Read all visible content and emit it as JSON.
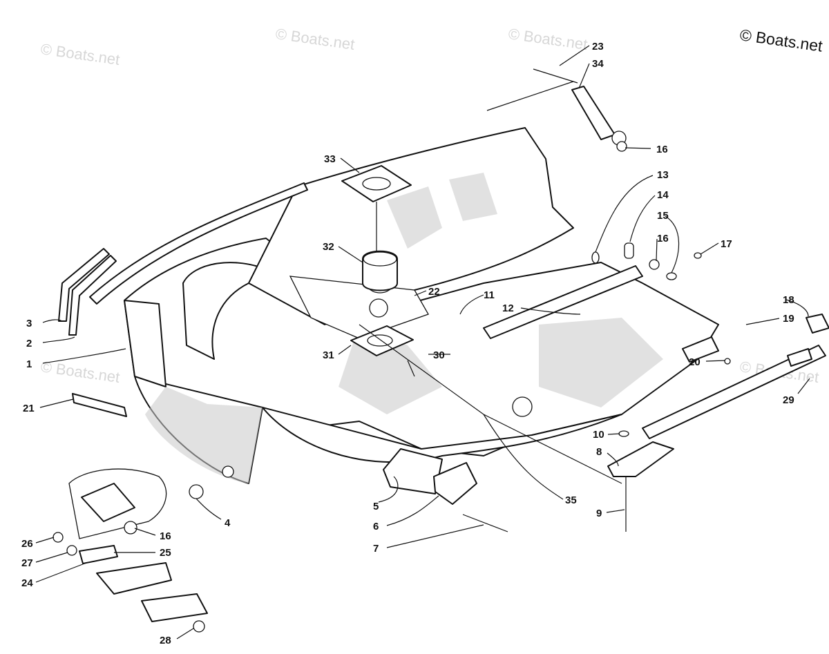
{
  "copyright": "© Boats.net",
  "watermark": "© Boats.net",
  "callouts": {
    "c1": "1",
    "c2": "2",
    "c3": "3",
    "c4": "4",
    "c5": "5",
    "c6": "6",
    "c7": "7",
    "c8": "8",
    "c9": "9",
    "c10": "10",
    "c11": "11",
    "c12": "12",
    "c13": "13",
    "c14": "14",
    "c15": "15",
    "c16a": "16",
    "c16b": "16",
    "c16c": "16",
    "c17": "17",
    "c18": "18",
    "c19": "19",
    "c20": "20",
    "c21": "21",
    "c22": "22",
    "c23": "23",
    "c24": "24",
    "c25": "25",
    "c26": "26",
    "c27": "27",
    "c28": "28",
    "c29": "29",
    "c30": "30",
    "c31": "31",
    "c32": "32",
    "c33": "33",
    "c34": "34",
    "c35": "35"
  }
}
